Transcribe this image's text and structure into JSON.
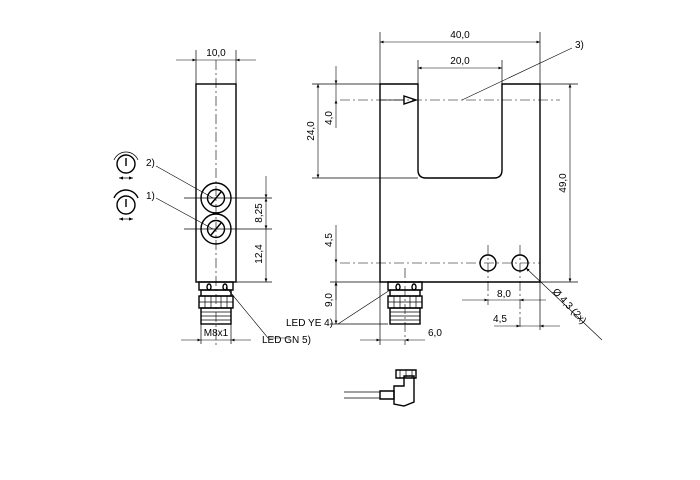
{
  "dimensions": {
    "side_width": "10,0",
    "pot_spacing": "8,25",
    "pot_to_bottom": "12,4",
    "connector_length": "9,0",
    "top_width": "40,0",
    "slot_width": "20,0",
    "slot_depth": "24,0",
    "beam_offset": "4,0",
    "total_height": "49,0",
    "hole_height": "4,5",
    "hole_spacing": "8,0",
    "hole_edge": "4,5",
    "connector_offset": "6,0",
    "hole_diameter": "Ø 4,3 (2x)"
  },
  "labels": {
    "thread": "M8x1",
    "led_ye": "LED YE 4)",
    "led_gn": "LED GN 5)",
    "callout_1": "1)",
    "callout_2": "2)",
    "callout_3": "3)"
  },
  "icons": [
    "potentiometer-icon",
    "led-icon",
    "cable-connector-icon"
  ]
}
